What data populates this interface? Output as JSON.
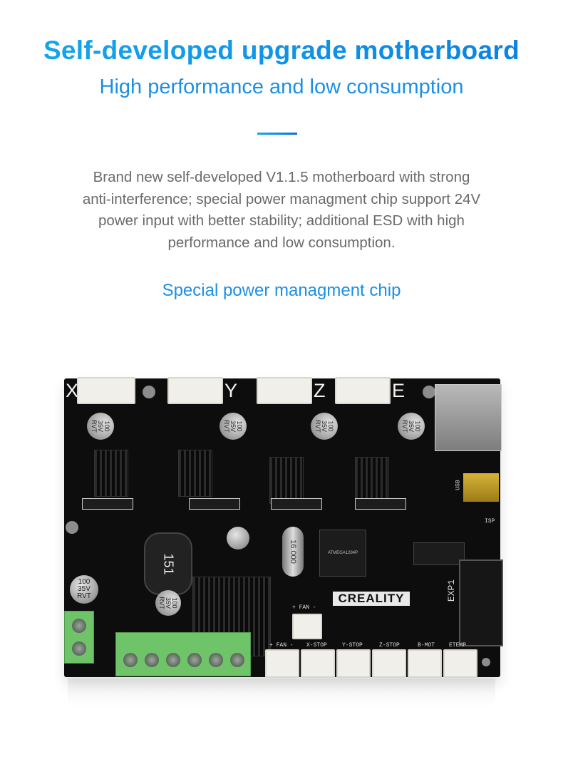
{
  "header": {
    "title": "Self-developed upgrade motherboard",
    "subtitle": "High performance and low consumption"
  },
  "description": {
    "lines": [
      "Brand new self-developed V1.1.5 motherboard with strong",
      "anti-interference; special power managment chip support 24V",
      "power input with better stability; additional ESD with high",
      "performance and low consumption."
    ]
  },
  "section_title": "Special power managment chip",
  "accent_color": "#1b8fe6",
  "board": {
    "axis_labels": [
      "X",
      "Y",
      "Z",
      "E"
    ],
    "capacitor_label": "100\n35V\nRVT",
    "capacitor_lines": [
      "100",
      "35V",
      "RVT"
    ],
    "inductor_label": "151",
    "crystal_label": "16.000",
    "mcu_label": "ATMEGA1284P",
    "logo": "CREALITY",
    "exp_label": "EXP1",
    "usb_label": "USB",
    "isp_label": "ISP",
    "fan_label": "+ FAN -",
    "bottom_connectors": [
      "+ FAN -",
      "X-STOP",
      "Y-STOP",
      "Z-STOP",
      "B-MOT",
      "ETEMP"
    ]
  }
}
